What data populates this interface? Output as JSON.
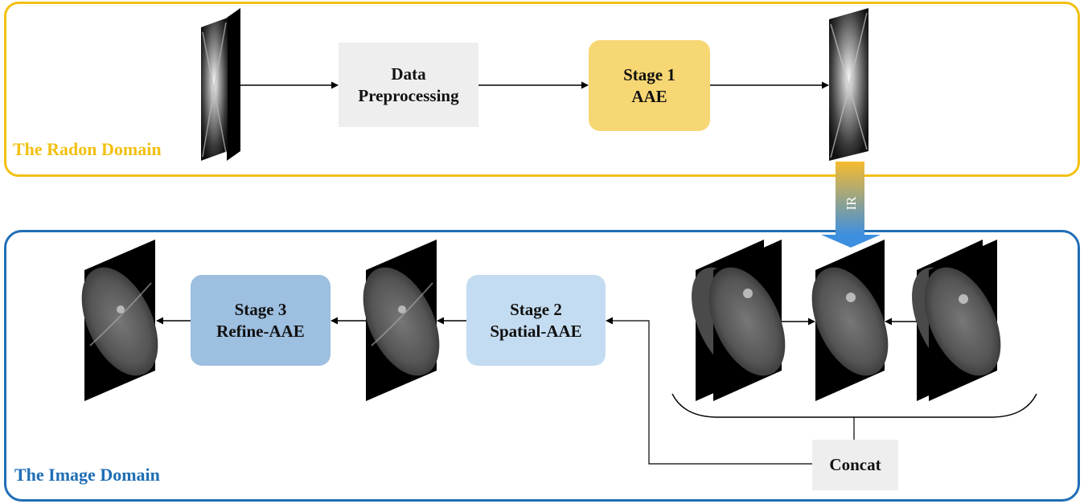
{
  "radon_domain": {
    "label": "The Radon Domain",
    "color": "#f2c011",
    "preprocess_box": {
      "label": "Data\nPreprocessing",
      "fill": "#eeeeee"
    },
    "stage1_box": {
      "label": "Stage 1\nAAE",
      "fill": "#f7d774"
    }
  },
  "ir_arrow": {
    "label": "IR",
    "top_color": "#f6bb2e",
    "bottom_color": "#3d8fe0"
  },
  "image_domain": {
    "label": "The Image Domain",
    "color": "#1f6eb5",
    "stage3_box": {
      "label": "Stage 3\nRefine-AAE",
      "fill": "#9dbfe0"
    },
    "stage2_box": {
      "label": "Stage 2\nSpatial-AAE",
      "fill": "#c4dcf1"
    },
    "concat_box": {
      "label": "Concat",
      "fill": "#eeeeee"
    }
  },
  "icons": [
    "sinogram-input-image",
    "sinogram-output-image",
    "ct-slice-image",
    "ct-slice-stack-image",
    "arrow-icon"
  ]
}
